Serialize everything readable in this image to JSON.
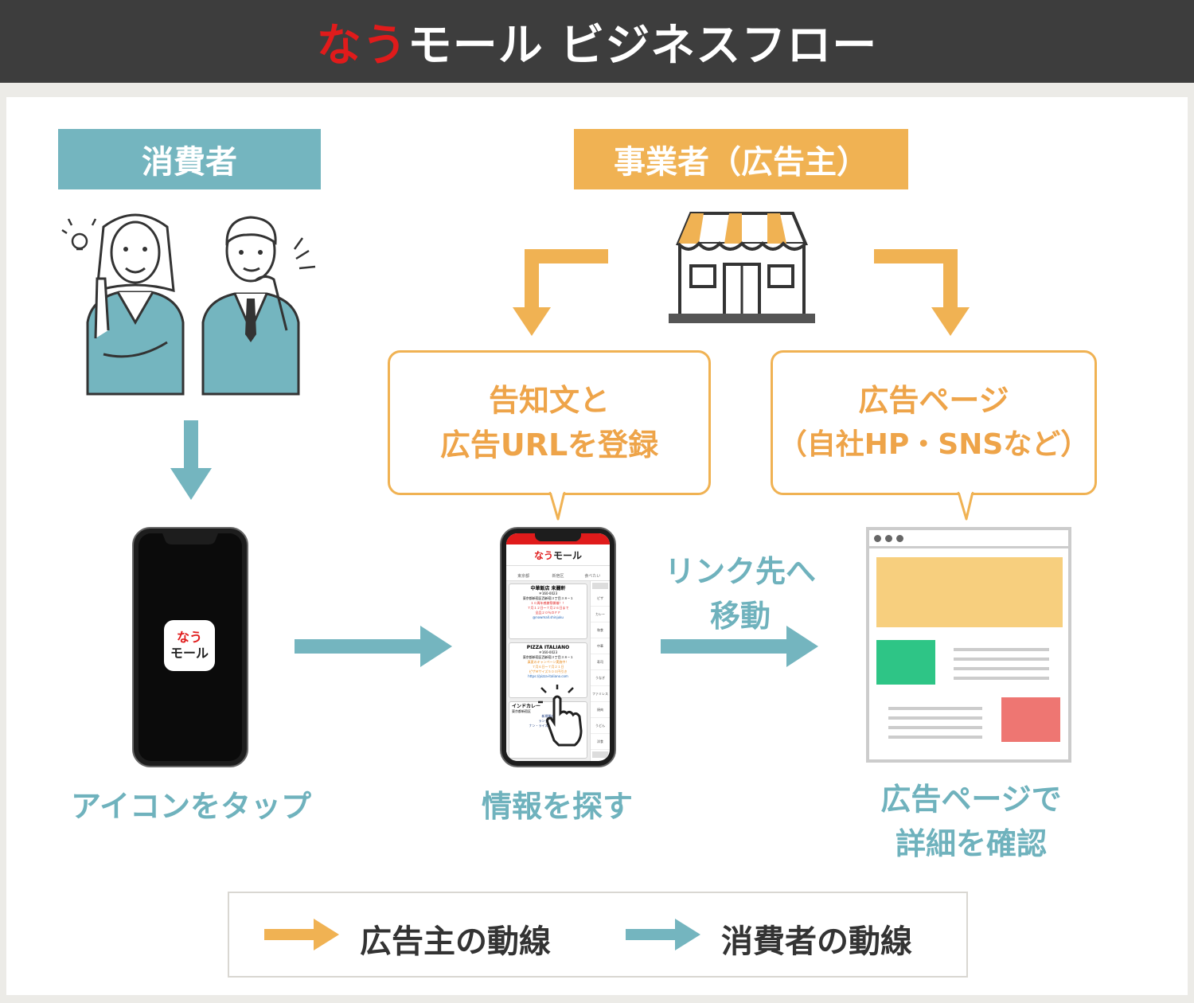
{
  "title": {
    "brand": "なう",
    "rest": "モール ビジネスフロー"
  },
  "consumer_label": "消費者",
  "business_label": "事業者（広告主）",
  "bubble_left": {
    "line1": "告知文と",
    "line2": "広告URLを登録"
  },
  "bubble_right": {
    "line1": "広告ページ",
    "line2": "（自社HP・SNSなど）"
  },
  "step1_caption": "アイコンをタップ",
  "step2_caption": "情報を探す",
  "step3_caption": {
    "line1": "広告ページで",
    "line2": "詳細を確認"
  },
  "link_label": {
    "line1": "リンク先へ",
    "line2": "移動"
  },
  "app_icon": {
    "line1": "なう",
    "line2": "モール"
  },
  "phone_screen": {
    "app_title_red": "なう",
    "app_title_black": "モール",
    "filters": [
      "東京都",
      "新宿区",
      "食べたい"
    ],
    "categories": [
      "ピザ",
      "カレー",
      "和食",
      "中華",
      "寿司",
      "うなぎ",
      "ファミレス",
      "焼肉",
      "うどん",
      "洋食"
    ],
    "cards": [
      {
        "name": "中華飯店 来麗軒",
        "zip": "〒160-0023",
        "addr": "東京都新宿区西新宿３丁目３８−１",
        "promo": [
          "１０周年感謝祭開催！！",
          "７月１２日～７月２６日まで",
          "全品２０％ＯＦＦ"
        ],
        "link": "@nowmall.shinjuku"
      },
      {
        "name": "PIZZA ITALIANO",
        "zip": "〒160-0023",
        "addr": "東京都新宿区西新宿３丁目３８−１",
        "promo": [
          "真夏のキャンペーン実施中！",
          "７月６日～７月２１日",
          "ピザＭサイズ５００円引き"
        ],
        "link": "https://pizza-italiano.com"
      },
      {
        "name": "インドカレー",
        "zip": "",
        "addr": "東京都新宿区",
        "promo": [
          "新規開店",
          "ランチタイム",
          "ナン・ライス食べ放題！！"
        ],
        "link": ""
      }
    ]
  },
  "legend": {
    "advertiser": "広告主の動線",
    "consumer": "消費者の動線"
  },
  "colors": {
    "teal": "#74b5bf",
    "orange": "#f0b253",
    "red": "#e01b1b",
    "dark": "#3d3d3d"
  }
}
